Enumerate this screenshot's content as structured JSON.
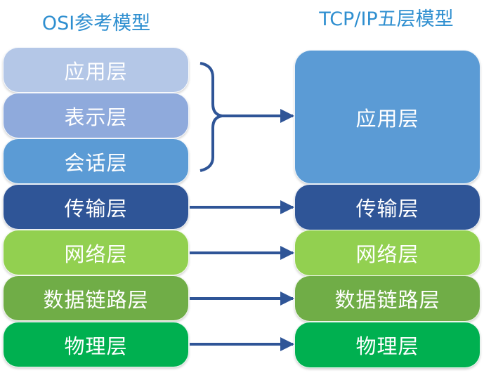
{
  "osi_model": {
    "title": "OSI参考模型",
    "layers": [
      {
        "label": "应用层",
        "color": "#b4c7e7"
      },
      {
        "label": "表示层",
        "color": "#8faadc"
      },
      {
        "label": "会话层",
        "color": "#5b9bd5"
      },
      {
        "label": "传输层",
        "color": "#2f5597"
      },
      {
        "label": "网络层",
        "color": "#92d050"
      },
      {
        "label": "数据链路层",
        "color": "#70ad47"
      },
      {
        "label": "物理层",
        "color": "#00b050"
      }
    ]
  },
  "tcpip_model": {
    "title": "TCP/IP五层模型",
    "layers": [
      {
        "label": "应用层",
        "color": "#5b9bd5"
      },
      {
        "label": "传输层",
        "color": "#2f5597"
      },
      {
        "label": "网络层",
        "color": "#92d050"
      },
      {
        "label": "数据链路层",
        "color": "#70ad47"
      },
      {
        "label": "物理层",
        "color": "#00b050"
      }
    ]
  },
  "connector_color": "#2f5597",
  "title_color": "#2f8fd0"
}
